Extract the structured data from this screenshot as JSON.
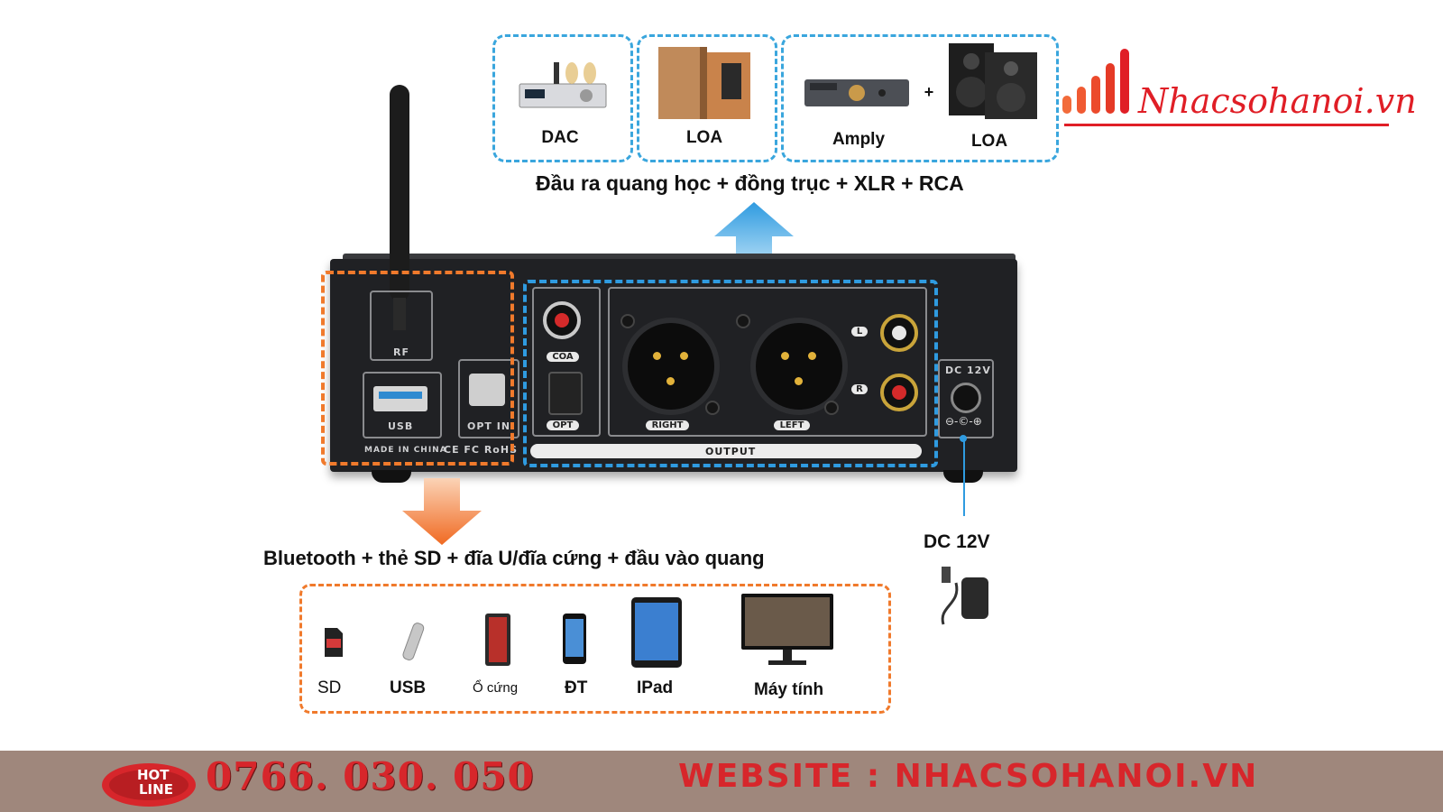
{
  "logo": {
    "text": "Nhacsohanoi.vn"
  },
  "outputs": {
    "devices": [
      {
        "label": "DAC",
        "icon": "dac-icon"
      },
      {
        "label": "LOA",
        "icon": "speaker-icon"
      },
      {
        "label": "Amply",
        "icon": "amplifier-icon"
      },
      {
        "plus": "+"
      },
      {
        "label": "LOA",
        "icon": "speaker-icon"
      }
    ],
    "caption": "Đầu ra quang học + đồng trục + XLR + RCA"
  },
  "panel": {
    "rf": "RF",
    "usb": "USB",
    "opt_in": "OPT IN",
    "made_in": "MADE IN CHINA",
    "marks": "CE FC RoHS",
    "coa": "COA",
    "opt": "OPT",
    "right": "RIGHT",
    "left": "LEFT",
    "l": "L",
    "r": "R",
    "output": "OUTPUT",
    "dc": "DC 12V"
  },
  "inputs": {
    "caption": "Bluetooth + thẻ SD + đĩa U/đĩa cứng + đầu vào quang",
    "devices": [
      {
        "label": "SD",
        "icon": "sd-card-icon"
      },
      {
        "label": "USB",
        "icon": "usb-drive-icon"
      },
      {
        "label": "Ổ cứng",
        "icon": "hard-drive-icon"
      },
      {
        "label": "ĐT",
        "icon": "phone-icon"
      },
      {
        "label": "IPad",
        "icon": "tablet-icon"
      },
      {
        "label": "Máy tính",
        "icon": "monitor-icon"
      }
    ]
  },
  "power": {
    "label": "DC 12V",
    "icon": "power-adapter-icon"
  },
  "footer": {
    "hotline_badge_1": "HOT",
    "hotline_badge_2": "LINE",
    "phone": "0766. 030. 050",
    "website": "WEBSITE  :  NHACSOHANOI.VN"
  },
  "colors": {
    "brand_red": "#e01e26",
    "output_blue": "#2f9be0",
    "input_orange": "#f07a2c",
    "footer_bg": "#9f877c"
  }
}
